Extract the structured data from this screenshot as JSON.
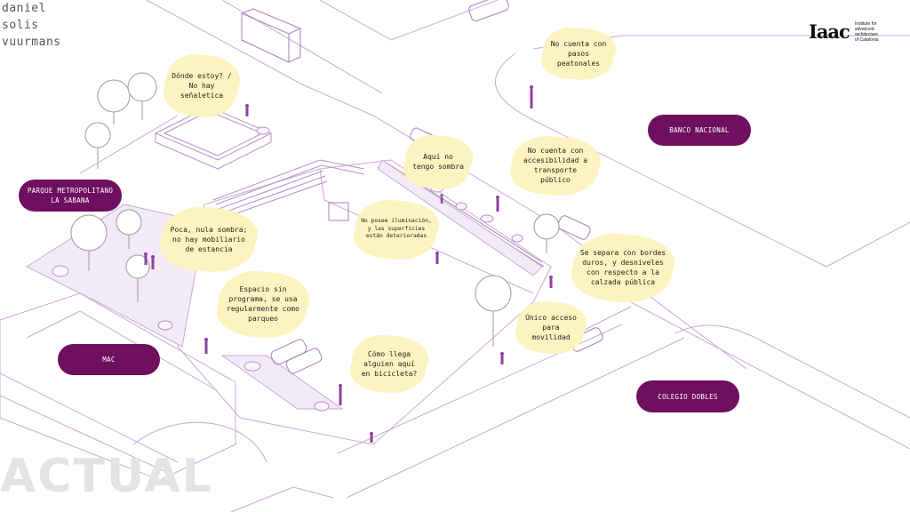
{
  "author": {
    "line1": "daniel",
    "line2": "solis",
    "line3": "vuurmans"
  },
  "logo": {
    "mark": "Iaac",
    "line1": "Institute for",
    "line2": "advanced",
    "line3": "architecture",
    "line4": "of Catalonia"
  },
  "labels": {
    "parque": "PARQUE METROPOLITANO LA SABANA",
    "banco": "BANCO NACIONAL",
    "mac": "MAC",
    "colegio": "COLEGIO DOBLES"
  },
  "bubbles": {
    "donde": "Dónde estoy? / No hay señaletica",
    "pasos": "No cuenta con pasos peatonales",
    "sombra": "Aquí no tengo sombra",
    "transporte": "No cuenta con accesibilidad a transporte público",
    "iluminacion": "No posee iluminación, y las superficies están deterioradas",
    "poca": "Poca, nula sombra; no hay mobiliario de estancia",
    "separa": "Se separa con bordes duros, y desniveles con respecto a la calzada pública",
    "programa": "Espacio sin programa, se usa regularmente como parqueo",
    "unico": "Único acceso para movilidad",
    "bici": "Cómo llega alguien aquí en bicicleta?"
  },
  "watermark": "ACTUAL",
  "colors": {
    "line": "#c9a8d8",
    "accent": "#6e0f5f",
    "bubble": "#fdf3c0",
    "figure": "#8e3fa0"
  }
}
